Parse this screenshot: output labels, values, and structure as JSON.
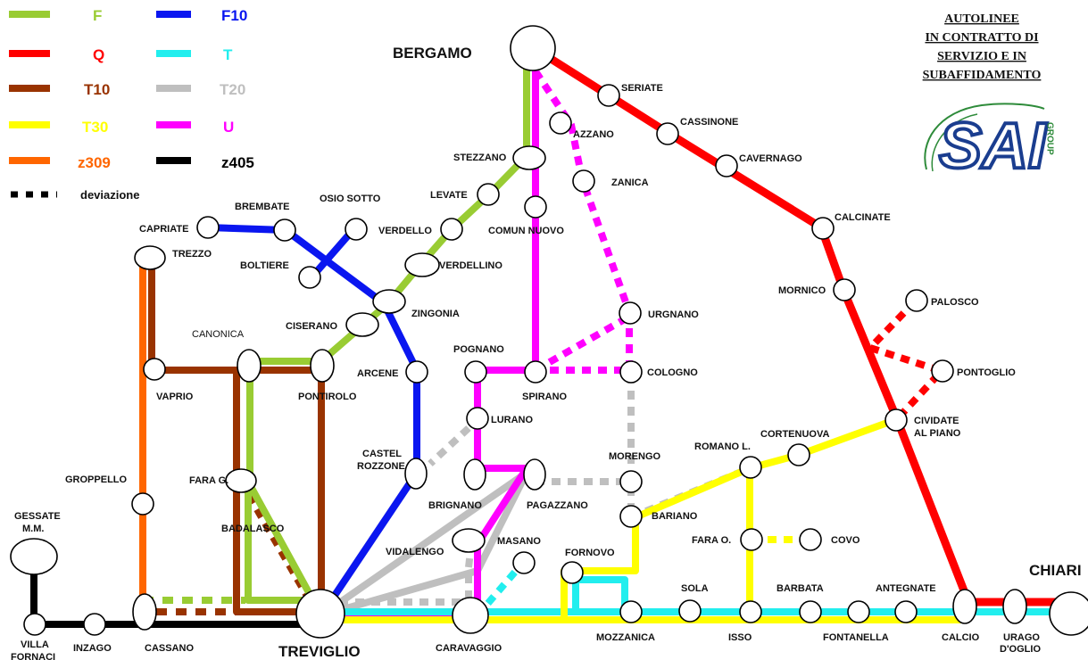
{
  "title": {
    "lines": [
      "AUTOLINEE",
      "IN CONTRATTO DI",
      "SERVIZIO E IN",
      "SUBAFFIDAMENTO"
    ]
  },
  "logo": {
    "text": "SAI",
    "group": "GROUP"
  },
  "legend": [
    {
      "name": "F",
      "color": "#99cc33"
    },
    {
      "name": "F10",
      "color": "#0a16f0"
    },
    {
      "name": "Q",
      "color": "#ff0000"
    },
    {
      "name": "T",
      "color": "#22eeee"
    },
    {
      "name": "T10",
      "color": "#993300"
    },
    {
      "name": "T20",
      "color": "#bfbfbf"
    },
    {
      "name": "T30",
      "color": "#ffff00"
    },
    {
      "name": "U",
      "color": "#ff00ff"
    },
    {
      "name": "z309",
      "color": "#ff6600"
    },
    {
      "name": "z405",
      "color": "#000000"
    },
    {
      "name": "deviazione",
      "color": "#000000"
    }
  ],
  "cities": {
    "bergamo": "BERGAMO",
    "treviglio": "TREVIGLIO",
    "chiari": "CHIARI"
  },
  "stops": {
    "seriate": "SERIATE",
    "cassinone": "CASSINONE",
    "cavernago": "CAVERNAGO",
    "calcinate": "CALCINATE",
    "mornico": "MORNICO",
    "palosco": "PALOSCO",
    "pontoglio": "PONTOGLIO",
    "cividate1": "CIVIDATE",
    "cividate2": "AL PIANO",
    "azzano": "AZZANO",
    "zanica": "ZANICA",
    "stezzano": "STEZZANO",
    "levate": "LEVATE",
    "comun_nuovo": "COMUN NUOVO",
    "verdello": "VERDELLO",
    "verdellino": "VERDELLINO",
    "osio_sotto": "OSIO SOTTO",
    "brembate": "BREMBATE",
    "capriate": "CAPRIATE",
    "boltiere": "BOLTIERE",
    "zingonia": "ZINGONIA",
    "trezzo": "TREZZO",
    "canonica": "CANONICA",
    "ciserano": "CISERANO",
    "vaprio": "VAPRIO",
    "pontirolo": "PONTIROLO",
    "arcene": "ARCENE",
    "pognano": "POGNANO",
    "spirano": "SPIRANO",
    "urgnano": "URGNANO",
    "cologno": "COLOGNO",
    "lurano": "LURANO",
    "castel1": "CASTEL",
    "castel2": "ROZZONE",
    "brignano": "BRIGNANO",
    "pagazzano": "PAGAZZANO",
    "morengo": "MORENGO",
    "romano": "ROMANO L.",
    "cortenuova": "CORTENUOVA",
    "groppello": "GROPPELLO",
    "fara_g": "FARA G.",
    "badalasco": "BADALASCO",
    "gessate1": "GESSATE",
    "gessate2": "M.M.",
    "vidalengo": "VIDALENGO",
    "masano": "MASANO",
    "fornovo": "FORNOVO",
    "bariano": "BARIANO",
    "fara_o": "FARA O.",
    "covo": "COVO",
    "sola": "SOLA",
    "barbata": "BARBATA",
    "antegnate": "ANTEGNATE",
    "villa1": "VILLA",
    "villa2": "FORNACI",
    "inzago": "INZAGO",
    "cassano": "CASSANO",
    "caravaggio": "CARAVAGGIO",
    "mozzanica": "MOZZANICA",
    "isso": "ISSO",
    "fontanella": "FONTANELLA",
    "calcio": "CALCIO",
    "urago1": "URAGO",
    "urago2": "D'OGLIO"
  }
}
